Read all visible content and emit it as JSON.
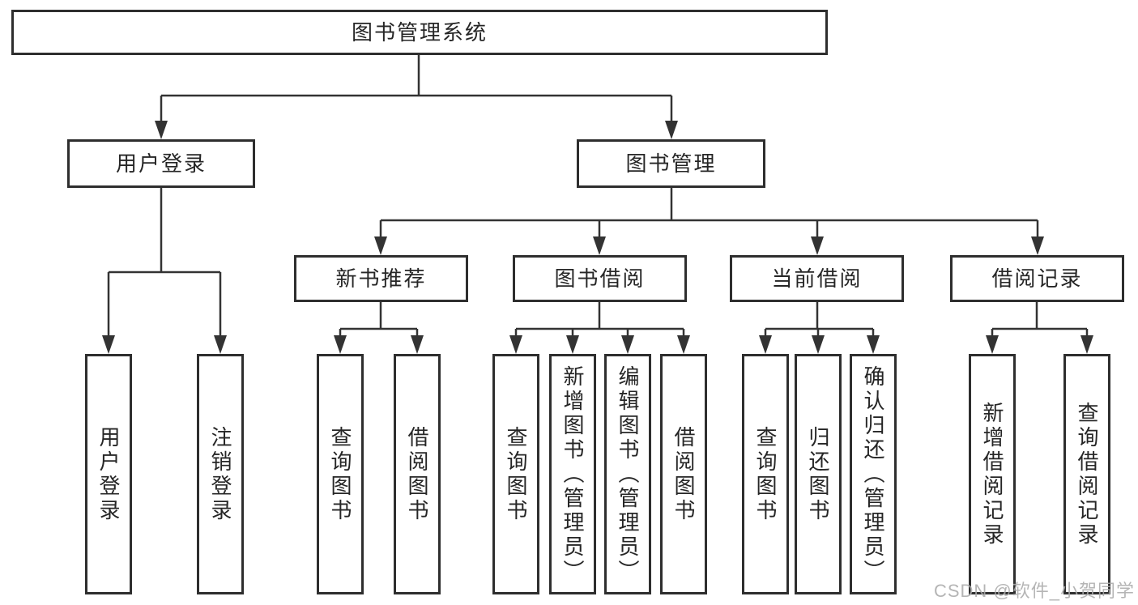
{
  "title": "图书管理系统",
  "nodes": {
    "root": {
      "label": "图书管理系统"
    },
    "level2": [
      {
        "label": "用户登录"
      },
      {
        "label": "图书管理"
      }
    ],
    "level3": [
      {
        "label": "新书推荐"
      },
      {
        "label": "图书借阅"
      },
      {
        "label": "当前借阅"
      },
      {
        "label": "借阅记录"
      }
    ],
    "leaves": {
      "user_login": [
        "用户登录",
        "注销登录"
      ],
      "new_book_recommend": [
        "查询图书",
        "借阅图书"
      ],
      "book_borrow": [
        "查询图书",
        "新增图书（管理员）",
        "编辑图书（管理员）",
        "借阅图书"
      ],
      "current_borrow": [
        "查询图书",
        "归还图书",
        "确认归还（管理员）"
      ],
      "borrow_records": [
        "新增借阅记录",
        "查询借阅记录"
      ]
    }
  },
  "watermark": "CSDN @软件_小贺同学",
  "colors": {
    "line": "#333333",
    "border": "#2e2e2e",
    "text": "#262626",
    "background": "#ffffff",
    "watermark": "#ababab"
  }
}
